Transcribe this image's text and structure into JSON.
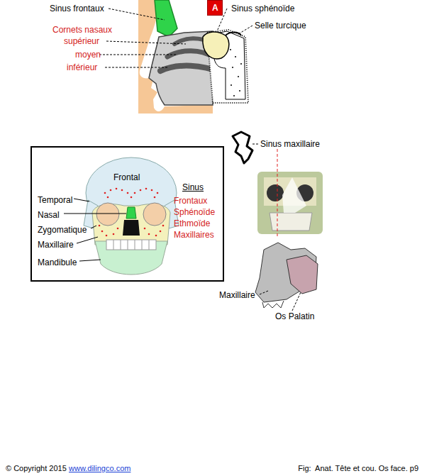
{
  "diagram": {
    "caption": "Fig:  Anat. Tête et cou. Os face. p9",
    "nodes": [
      {
        "text": [
          "A"
        ]
      },
      {
        "text": [
          "Frontal",
          "Temporal",
          "Nasal",
          "Zygomatique",
          "Maxillaire",
          "Mandibule",
          "Sinus",
          "Frontaux",
          "Sphénoïde",
          "Ethmoïde",
          "Maxillaires"
        ]
      }
    ],
    "labels": [
      "Sinus frontaux",
      "Sinus sphénoïde",
      "Cornets nasaux",
      "supérieur",
      "Selle turcique",
      "moyen",
      "inférieur",
      "Sinus maxillaire",
      "Maxillaire",
      "Os Palatin",
      "© Copyright 2015",
      "www.dilingco.com"
    ]
  }
}
